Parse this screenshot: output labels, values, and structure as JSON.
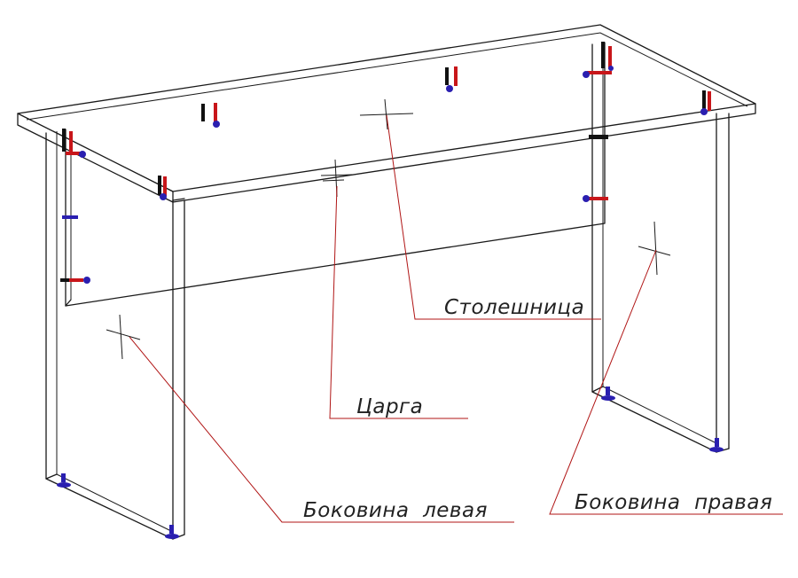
{
  "labels": {
    "tabletop": "Столешница",
    "apron": "Царга",
    "left_side": "Боковина  левая",
    "right_side": "Боковина  правая"
  },
  "colors": {
    "outline": "#1a1a1a",
    "leader_line": "#b01515",
    "fastener_shaft": "#c8161a",
    "fastener_head": "#2a1fb0",
    "fastener_pin": "#111111"
  }
}
